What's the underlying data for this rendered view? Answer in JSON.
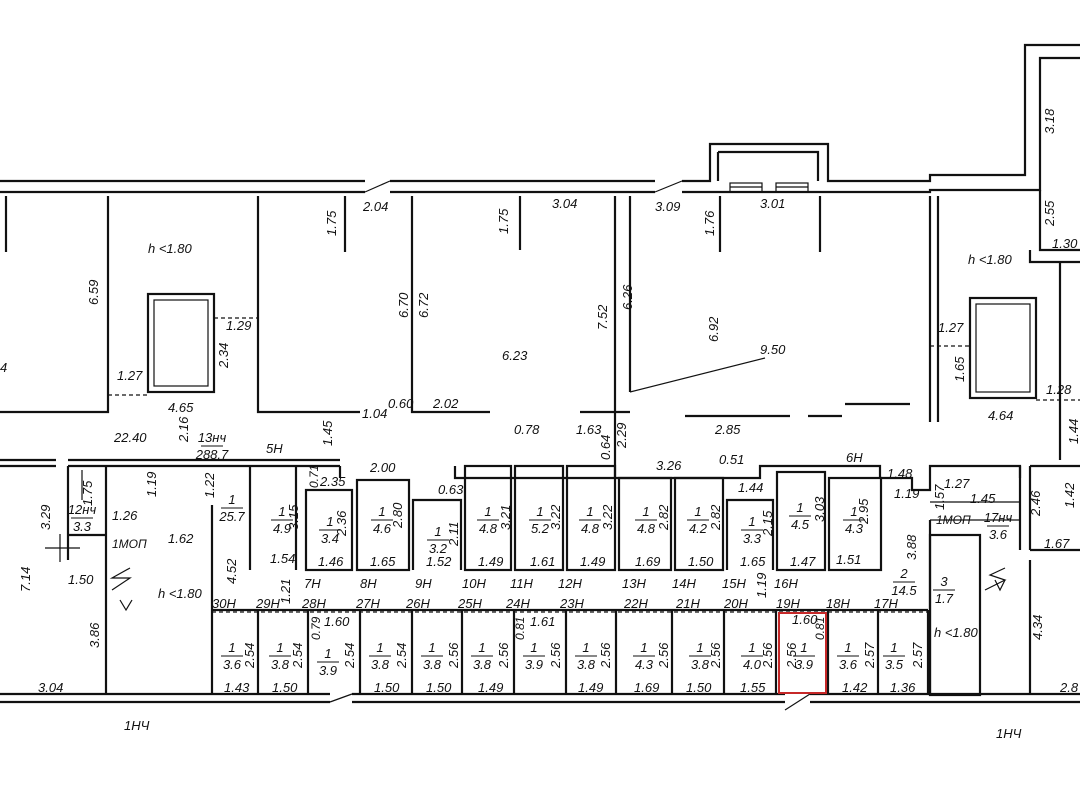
{
  "dimensions": [
    {
      "t": "4"
    },
    {
      "t": "6.59"
    },
    {
      "t": "1.27"
    },
    {
      "t": "h <1.80"
    },
    {
      "t": "1.29"
    },
    {
      "t": "2.34"
    },
    {
      "t": "4.65"
    },
    {
      "t": "1.75"
    },
    {
      "t": "2.04"
    },
    {
      "t": "6.70"
    },
    {
      "t": "6.72"
    },
    {
      "t": "1.04"
    },
    {
      "t": "0.60"
    },
    {
      "t": "2.02"
    },
    {
      "t": "1.75"
    },
    {
      "t": "3.04"
    },
    {
      "t": "6.23"
    },
    {
      "t": "7.52"
    },
    {
      "t": "6.26"
    },
    {
      "t": "3.09"
    },
    {
      "t": "1.76"
    },
    {
      "t": "3.01"
    },
    {
      "t": "6.92"
    },
    {
      "t": "9.50"
    },
    {
      "t": "0.78"
    },
    {
      "t": "1.63"
    },
    {
      "t": "2.29"
    },
    {
      "t": "0.64"
    },
    {
      "t": "2.85"
    },
    {
      "t": "3.18"
    },
    {
      "t": "2.55"
    },
    {
      "t": "1.30"
    },
    {
      "t": "h <1.80"
    },
    {
      "t": "1.27"
    },
    {
      "t": "1.65"
    },
    {
      "t": "1.28"
    },
    {
      "t": "4.64"
    },
    {
      "t": "1.44"
    },
    {
      "t": "22.40"
    },
    {
      "t": "2.16"
    },
    {
      "t": "1.45"
    },
    {
      "t": "5Н"
    },
    {
      "t": "0.71"
    },
    {
      "t": "2.35"
    },
    {
      "t": "2.00"
    },
    {
      "t": "0.63"
    },
    {
      "t": "3.26"
    },
    {
      "t": "0.51"
    },
    {
      "t": "1.44"
    },
    {
      "t": "6Н"
    },
    {
      "t": "1.48"
    },
    {
      "t": "1.19"
    },
    {
      "t": "1.57"
    },
    {
      "t": "1.27"
    },
    {
      "t": "1.45"
    },
    {
      "t": "2.46"
    },
    {
      "t": "1.42"
    },
    {
      "t": "1.67"
    },
    {
      "t": "3.29"
    },
    {
      "t": "1.75"
    },
    {
      "t": "1.19"
    },
    {
      "t": "1.26"
    },
    {
      "t": "1.22"
    },
    {
      "t": "1.62"
    },
    {
      "t": "7.14"
    },
    {
      "t": "1.50"
    },
    {
      "t": "h <1.80"
    },
    {
      "t": "4.52"
    },
    {
      "t": "3.86"
    },
    {
      "t": "3.04"
    },
    {
      "t": "1.54"
    },
    {
      "t": "1.46"
    },
    {
      "t": "1.65"
    },
    {
      "t": "1.52"
    },
    {
      "t": "1.49"
    },
    {
      "t": "1.61"
    },
    {
      "t": "1.49"
    },
    {
      "t": "1.69"
    },
    {
      "t": "1.50"
    },
    {
      "t": "1.65"
    },
    {
      "t": "1.47"
    },
    {
      "t": "1.51"
    },
    {
      "t": "3.88"
    },
    {
      "t": "7Н"
    },
    {
      "t": "8Н"
    },
    {
      "t": "9Н"
    },
    {
      "t": "10Н"
    },
    {
      "t": "11Н"
    },
    {
      "t": "12Н"
    },
    {
      "t": "13Н"
    },
    {
      "t": "14Н"
    },
    {
      "t": "15Н"
    },
    {
      "t": "16Н"
    },
    {
      "t": "1.19"
    },
    {
      "t": "h <1.80"
    },
    {
      "t": "4.34"
    },
    {
      "t": "30Н"
    },
    {
      "t": "29Н"
    },
    {
      "t": "1.21"
    },
    {
      "t": "28Н"
    },
    {
      "t": "0.79"
    },
    {
      "t": "1.60"
    },
    {
      "t": "27Н"
    },
    {
      "t": "26Н"
    },
    {
      "t": "25Н"
    },
    {
      "t": "24Н"
    },
    {
      "t": "0.81"
    },
    {
      "t": "1.61"
    },
    {
      "t": "23Н"
    },
    {
      "t": "22Н"
    },
    {
      "t": "21Н"
    },
    {
      "t": "20Н"
    },
    {
      "t": "19Н"
    },
    {
      "t": "18Н"
    },
    {
      "t": "17Н"
    },
    {
      "t": "1.60"
    },
    {
      "t": "0.81"
    },
    {
      "t": "1.43"
    },
    {
      "t": "1.50"
    },
    {
      "t": "1.50"
    },
    {
      "t": "1.50"
    },
    {
      "t": "1.49"
    },
    {
      "t": "1.49"
    },
    {
      "t": "1.69"
    },
    {
      "t": "1.50"
    },
    {
      "t": "1.55"
    },
    {
      "t": "1.42"
    },
    {
      "t": "1.36"
    },
    {
      "t": "2.8"
    },
    {
      "t": "1НЧ"
    },
    {
      "t": "1НЧ"
    },
    {
      "t": "1МОП"
    },
    {
      "t": "1МОП"
    }
  ],
  "rooms": [
    {
      "n": "13нч",
      "a": "288.7"
    },
    {
      "n": "12нч",
      "a": "3.3"
    },
    {
      "n": "1",
      "a": "25.7"
    },
    {
      "n": "1",
      "a": "4.9"
    },
    {
      "n": "1",
      "a": "3.4"
    },
    {
      "n": "1",
      "a": "4.6"
    },
    {
      "n": "1",
      "a": "3.2"
    },
    {
      "n": "1",
      "a": "4.8"
    },
    {
      "n": "1",
      "a": "5.2"
    },
    {
      "n": "1",
      "a": "4.8"
    },
    {
      "n": "1",
      "a": "4.8"
    },
    {
      "n": "1",
      "a": "4.2"
    },
    {
      "n": "1",
      "a": "3.3"
    },
    {
      "n": "1",
      "a": "4.5"
    },
    {
      "n": "1",
      "a": "4.3"
    },
    {
      "n": "2",
      "a": "14.5"
    },
    {
      "n": "3",
      "a": "1.7"
    },
    {
      "n": "17нч",
      "a": "3.6"
    },
    {
      "n": "1",
      "a": "3.6"
    },
    {
      "n": "1",
      "a": "3.8"
    },
    {
      "n": "1",
      "a": "3.9"
    },
    {
      "n": "1",
      "a": "3.8"
    },
    {
      "n": "1",
      "a": "3.8"
    },
    {
      "n": "1",
      "a": "3.8"
    },
    {
      "n": "1",
      "a": "3.9"
    },
    {
      "n": "1",
      "a": "3.8"
    },
    {
      "n": "1",
      "a": "4.3"
    },
    {
      "n": "1",
      "a": "3.8"
    },
    {
      "n": "1",
      "a": "4.0"
    },
    {
      "n": "1",
      "a": "3.9"
    },
    {
      "n": "1",
      "a": "3.6"
    },
    {
      "n": "1",
      "a": "3.5"
    }
  ],
  "cell_dims": [
    {
      "t": "3.15"
    },
    {
      "t": "2.36"
    },
    {
      "t": "2.80"
    },
    {
      "t": "2.11"
    },
    {
      "t": "3.21"
    },
    {
      "t": "3.22"
    },
    {
      "t": "3.22"
    },
    {
      "t": "2.82"
    },
    {
      "t": "2.82"
    },
    {
      "t": "2.15"
    },
    {
      "t": "3.03"
    },
    {
      "t": "2.95"
    },
    {
      "t": "2.54"
    },
    {
      "t": "2.54"
    },
    {
      "t": "2.54"
    },
    {
      "t": "2.54"
    },
    {
      "t": "2.56"
    },
    {
      "t": "2.56"
    },
    {
      "t": "2.56"
    },
    {
      "t": "2.56"
    },
    {
      "t": "2.56"
    },
    {
      "t": "2.56"
    },
    {
      "t": "2.56"
    },
    {
      "t": "2.56"
    },
    {
      "t": "2.57"
    },
    {
      "t": "2.57"
    }
  ]
}
